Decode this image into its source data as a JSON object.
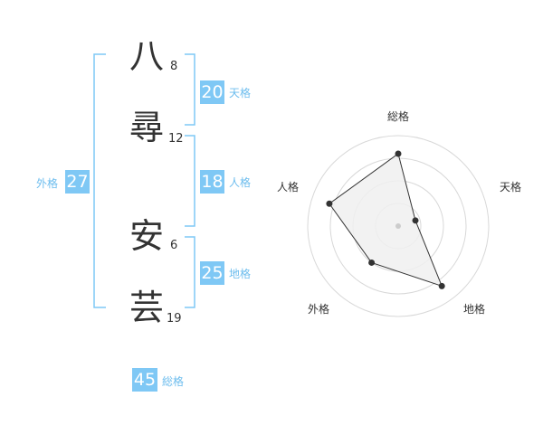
{
  "name": {
    "chars": [
      {
        "char": "八",
        "strokes": "8"
      },
      {
        "char": "尋",
        "strokes": "12"
      },
      {
        "char": "安",
        "strokes": "6"
      },
      {
        "char": "芸",
        "strokes": "19"
      }
    ]
  },
  "kakusu": {
    "tenkaku": {
      "value": "20",
      "label": "天格"
    },
    "jinkaku": {
      "value": "18",
      "label": "人格"
    },
    "chikaku": {
      "value": "25",
      "label": "地格"
    },
    "gaikaku": {
      "value": "27",
      "label": "外格"
    },
    "soukaku": {
      "value": "45",
      "label": "総格"
    }
  },
  "colors": {
    "accent": "#7fc8f5",
    "label": "#6dbdee",
    "text": "#333333",
    "radar_fill": "#f0f0f0",
    "radar_grid": "#d8d8d8"
  },
  "chart_data": {
    "type": "radar",
    "axes": [
      "総格",
      "天格",
      "地格",
      "外格",
      "人格"
    ],
    "values": [
      0.8,
      0.2,
      0.82,
      0.5,
      0.8
    ],
    "max": 1.0,
    "rings": 4
  }
}
